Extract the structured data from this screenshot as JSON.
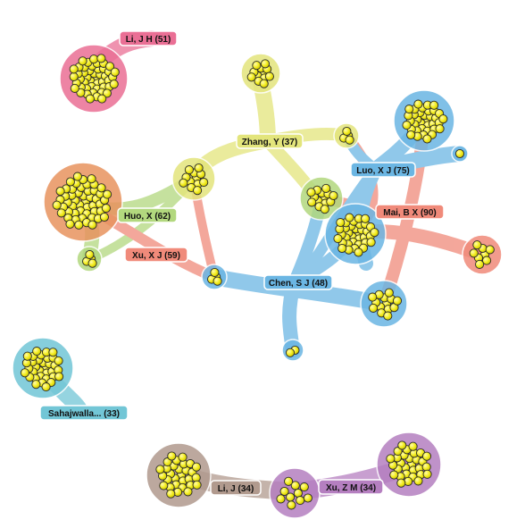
{
  "colors": {
    "background": "#ffffff",
    "node_fill": "#f4ee22",
    "node_stroke": "#333333"
  },
  "groups": {
    "li_jh": {
      "label": "Li, J H (51)",
      "color": "#ea6f95"
    },
    "zhang_y": {
      "label": "Zhang, Y (37)",
      "color": "#e3e57c"
    },
    "luo_xj": {
      "label": "Luo, X J (75)",
      "color": "#6bb6e3"
    },
    "mai_bx": {
      "label": "Mai, B X (90)",
      "color": "#f08a7a"
    },
    "huo_x": {
      "label": "Huo, X (62)",
      "color": "#b2d87e"
    },
    "xu_xj": {
      "label": "Xu, X J (59)",
      "color": "#f08a7a"
    },
    "chen_sj": {
      "label": "Chen, S J (48)",
      "color": "#6bb6e3"
    },
    "sahajwalla": {
      "label": "Sahajwalla... (33)",
      "color": "#72c6d6"
    },
    "li_j": {
      "label": "Li, J (34)",
      "color": "#b19a8e"
    },
    "xu_zm": {
      "label": "Xu, Z M (34)",
      "color": "#b57fc0"
    }
  }
}
